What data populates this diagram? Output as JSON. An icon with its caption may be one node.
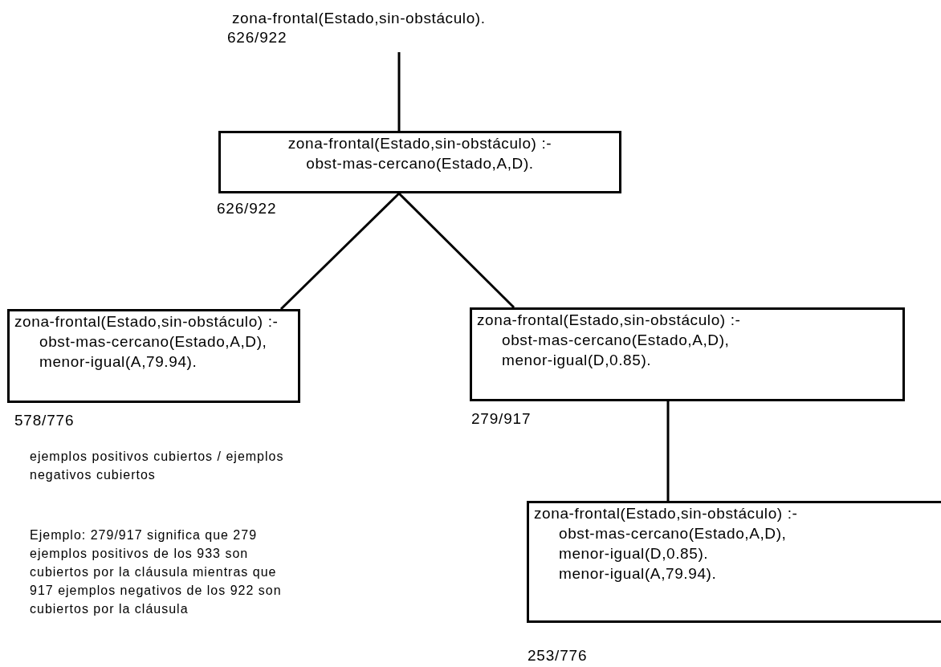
{
  "diagram": {
    "nodes": [
      {
        "text": [
          "zona-frontal(Estado,sin-obstáculo)."
        ],
        "beside": [
          "626/922"
        ]
      },
      {
        "text": [
          "zona-frontal(Estado,sin-obstáculo) :-",
          "obst-mas-cercano(Estado,A,D)."
        ],
        "beside": [
          "626/922"
        ]
      },
      {
        "text": [
          "zona-frontal(Estado,sin-obstáculo) :-",
          "obst-mas-cercano(Estado,A,D),",
          "menor-igual(A,79.94)."
        ],
        "beside": [
          "578/776"
        ]
      },
      {
        "text": [
          "zona-frontal(Estado,sin-obstáculo) :-",
          "obst-mas-cercano(Estado,A,D),",
          "menor-igual(D,0.85)."
        ],
        "beside": [
          "279/917"
        ]
      },
      {
        "text": [
          "zona-frontal(Estado,sin-obstáculo) :-",
          "obst-mas-cercano(Estado,A,D),",
          "menor-igual(D,0.85).",
          "menor-igual(A,79.94)."
        ],
        "beside": [
          "253/776"
        ]
      }
    ],
    "edges": [
      {
        "from": 0,
        "to": 1,
        "arrow": "none"
      },
      {
        "from": 1,
        "to": 2,
        "arrow": "none"
      },
      {
        "from": 1,
        "to": 3,
        "arrow": "none"
      },
      {
        "from": 3,
        "to": 4,
        "arrow": "none"
      }
    ],
    "labels": [
      "ejemplos positivos cubiertos / ejemplos negativos cubiertos",
      "Ejemplo: 279/917 significa que 279 ejemplos positivos de los 933 son cubiertos por la cláusula mientras que 917 ejemplos negativos de los 922 son cubiertos por la cláusula"
    ]
  }
}
